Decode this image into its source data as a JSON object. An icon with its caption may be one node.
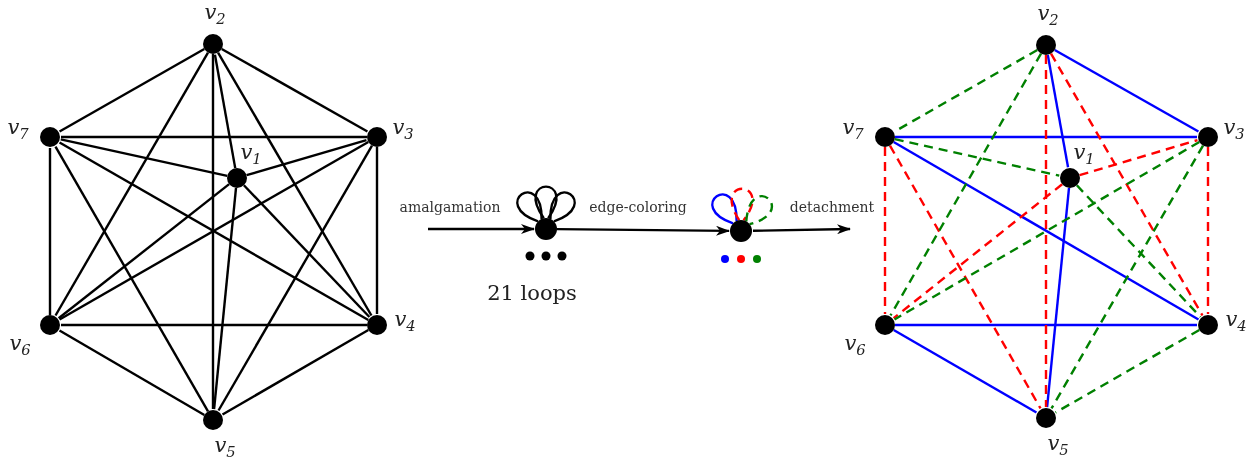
{
  "diagram": {
    "nodes": [
      {
        "text": [],
        "shape": "circle",
        "beside": [
          "v$_{1}$"
        ]
      },
      {
        "text": [],
        "shape": "circle",
        "beside": [
          "v$_{2}$"
        ]
      },
      {
        "text": [],
        "shape": "circle",
        "beside": [
          "v$_{3}$"
        ]
      },
      {
        "text": [],
        "shape": "circle",
        "beside": [
          "v$_{4}$"
        ]
      },
      {
        "text": [],
        "shape": "circle",
        "beside": [
          "v$_{5}$"
        ]
      },
      {
        "text": [],
        "shape": "circle",
        "beside": [
          "v$_{6}$"
        ]
      },
      {
        "text": [],
        "shape": "circle",
        "beside": [
          "v$_{7}$"
        ]
      },
      {
        "text": [],
        "shape": "circle",
        "beside": [
          "21 loops"
        ]
      },
      {
        "text": [],
        "shape": "circle"
      },
      {
        "text": [],
        "shape": "circle",
        "beside": [
          "v$_{1}$"
        ]
      },
      {
        "text": [],
        "shape": "circle",
        "beside": [
          "v$_{2}$"
        ]
      },
      {
        "text": [],
        "shape": "circle",
        "beside": [
          "v$_{3}$"
        ]
      },
      {
        "text": [],
        "shape": "circle",
        "beside": [
          "v$_{4}$"
        ]
      },
      {
        "text": [],
        "shape": "circle",
        "beside": [
          "v$_{5}$"
        ]
      },
      {
        "text": [],
        "shape": "circle",
        "beside": [
          "v$_{6}$"
        ]
      },
      {
        "text": [],
        "shape": "circle",
        "beside": [
          "v$_{7}$"
        ]
      }
    ],
    "edges": [
      {
        "from": 0,
        "to": 1,
        "arrow": "none"
      },
      {
        "from": 0,
        "to": 2,
        "arrow": "none"
      },
      {
        "from": 0,
        "to": 3,
        "arrow": "none"
      },
      {
        "from": 0,
        "to": 4,
        "arrow": "none"
      },
      {
        "from": 0,
        "to": 5,
        "arrow": "none"
      },
      {
        "from": 0,
        "to": 6,
        "arrow": "none"
      },
      {
        "from": 1,
        "to": 2,
        "arrow": "none"
      },
      {
        "from": 1,
        "to": 3,
        "arrow": "none"
      },
      {
        "from": 1,
        "to": 4,
        "arrow": "none"
      },
      {
        "from": 1,
        "to": 5,
        "arrow": "none"
      },
      {
        "from": 1,
        "to": 6,
        "arrow": "none"
      },
      {
        "from": 2,
        "to": 3,
        "arrow": "none"
      },
      {
        "from": 2,
        "to": 4,
        "arrow": "none"
      },
      {
        "from": 2,
        "to": 5,
        "arrow": "none"
      },
      {
        "from": 2,
        "to": 6,
        "arrow": "none"
      },
      {
        "from": 3,
        "to": 4,
        "arrow": "none"
      },
      {
        "from": 3,
        "to": 5,
        "arrow": "none"
      },
      {
        "from": 3,
        "to": 6,
        "arrow": "none"
      },
      {
        "from": 4,
        "to": 5,
        "arrow": "none"
      },
      {
        "from": 4,
        "to": 6,
        "arrow": "none"
      },
      {
        "from": 5,
        "to": 6,
        "arrow": "none"
      },
      {
        "from": null,
        "to": 7,
        "arrow": "to",
        "label": "amalgamation"
      },
      {
        "from": 7,
        "to": 7,
        "arrow": "none"
      },
      {
        "from": 7,
        "to": 7,
        "arrow": "none"
      },
      {
        "from": 7,
        "to": 7,
        "arrow": "none"
      },
      {
        "from": 7,
        "to": 8,
        "arrow": "to",
        "label": "edge-coloring"
      },
      {
        "from": 8,
        "to": 8,
        "arrow": "none",
        "color": "#0000ff"
      },
      {
        "from": 8,
        "to": 8,
        "arrow": "none",
        "style": "dashed",
        "color": "#ff0000"
      },
      {
        "from": 8,
        "to": 8,
        "arrow": "none",
        "style": "dashed",
        "color": "#008000"
      },
      {
        "from": 8,
        "to": null,
        "arrow": "to",
        "label": "detachment"
      },
      {
        "from": 10,
        "to": 11,
        "arrow": "none",
        "color": "#0000ff"
      },
      {
        "from": 10,
        "to": 9,
        "arrow": "none",
        "color": "#0000ff"
      },
      {
        "from": 9,
        "to": 13,
        "arrow": "none",
        "color": "#0000ff"
      },
      {
        "from": 15,
        "to": 11,
        "arrow": "none",
        "color": "#0000ff"
      },
      {
        "from": 15,
        "to": 12,
        "arrow": "none",
        "color": "#0000ff"
      },
      {
        "from": 14,
        "to": 12,
        "arrow": "none",
        "color": "#0000ff"
      },
      {
        "from": 14,
        "to": 13,
        "arrow": "none",
        "color": "#0000ff"
      },
      {
        "from": 15,
        "to": 14,
        "arrow": "none",
        "style": "dashed",
        "color": "#ff0000"
      },
      {
        "from": 11,
        "to": 12,
        "arrow": "none",
        "style": "dashed",
        "color": "#ff0000"
      },
      {
        "from": 10,
        "to": 13,
        "arrow": "none",
        "style": "dashed",
        "color": "#ff0000"
      },
      {
        "from": 10,
        "to": 12,
        "arrow": "none",
        "style": "dashed",
        "color": "#ff0000"
      },
      {
        "from": 9,
        "to": 11,
        "arrow": "none",
        "style": "dashed",
        "color": "#ff0000"
      },
      {
        "from": 9,
        "to": 14,
        "arrow": "none",
        "style": "dashed",
        "color": "#ff0000"
      },
      {
        "from": 15,
        "to": 13,
        "arrow": "none",
        "style": "dashed",
        "color": "#ff0000"
      },
      {
        "from": 10,
        "to": 15,
        "arrow": "none",
        "style": "dashed",
        "color": "#008000"
      },
      {
        "from": 10,
        "to": 14,
        "arrow": "none",
        "style": "dashed",
        "color": "#008000"
      },
      {
        "from": 15,
        "to": 9,
        "arrow": "none",
        "style": "dashed",
        "color": "#008000"
      },
      {
        "from": 9,
        "to": 12,
        "arrow": "none",
        "style": "dashed",
        "color": "#008000"
      },
      {
        "from": 11,
        "to": 14,
        "arrow": "none",
        "style": "dashed",
        "color": "#008000"
      },
      {
        "from": 11,
        "to": 13,
        "arrow": "none",
        "style": "dashed",
        "color": "#008000"
      },
      {
        "from": 12,
        "to": 13,
        "arrow": "none",
        "style": "dashed",
        "color": "#008000"
      }
    ]
  }
}
